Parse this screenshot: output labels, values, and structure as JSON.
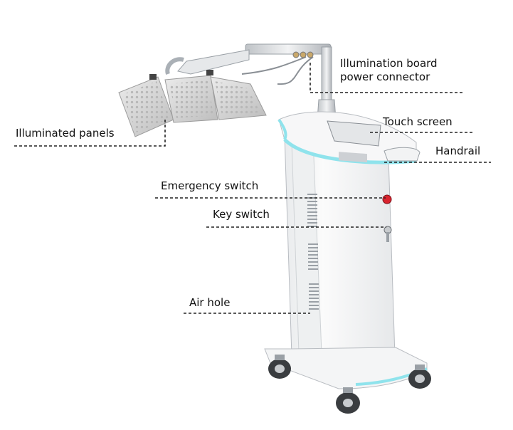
{
  "labels": {
    "illumination_connector_line1": "Illumination board",
    "illumination_connector_line2": "power connector",
    "touch_screen": "Touch screen",
    "handrail": "Handrail",
    "illuminated_panels": "Illuminated panels",
    "emergency_switch": "Emergency switch",
    "key_switch": "Key switch",
    "air_hole": "Air hole"
  },
  "colors": {
    "body": "#f4f5f6",
    "outline": "#b9bdc2",
    "accent_glow": "#8fe3ec",
    "panel": "#dcdcdc",
    "emergency_button": "#d9232e",
    "leader_line": "#222222"
  }
}
